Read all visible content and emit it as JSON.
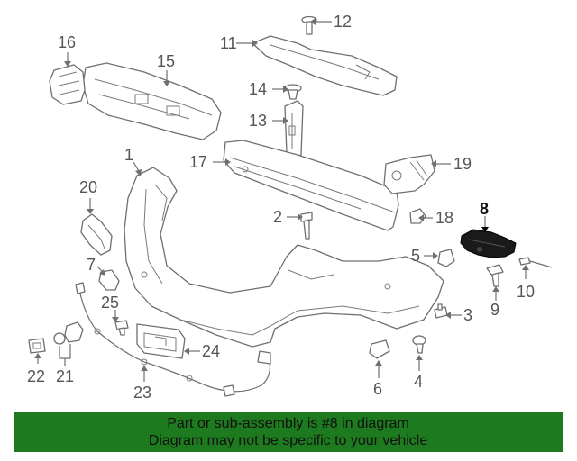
{
  "diagram": {
    "callouts": {
      "c1": "1",
      "c2": "2",
      "c3": "3",
      "c4": "4",
      "c5": "5",
      "c6": "6",
      "c7": "7",
      "c8": "8",
      "c9": "9",
      "c10": "10",
      "c11": "11",
      "c12": "12",
      "c13": "13",
      "c14": "14",
      "c15": "15",
      "c16": "16",
      "c17": "17",
      "c18": "18",
      "c19": "19",
      "c20": "20",
      "c21": "21",
      "c22": "22",
      "c23": "23",
      "c24": "24",
      "c25": "25"
    },
    "highlighted_part": "8",
    "highlight_color": "#000000"
  },
  "banner": {
    "line1": "Part or sub-assembly is #8 in diagram",
    "line2": "Diagram may not be specific to your vehicle",
    "background": "#1e7a1e"
  }
}
